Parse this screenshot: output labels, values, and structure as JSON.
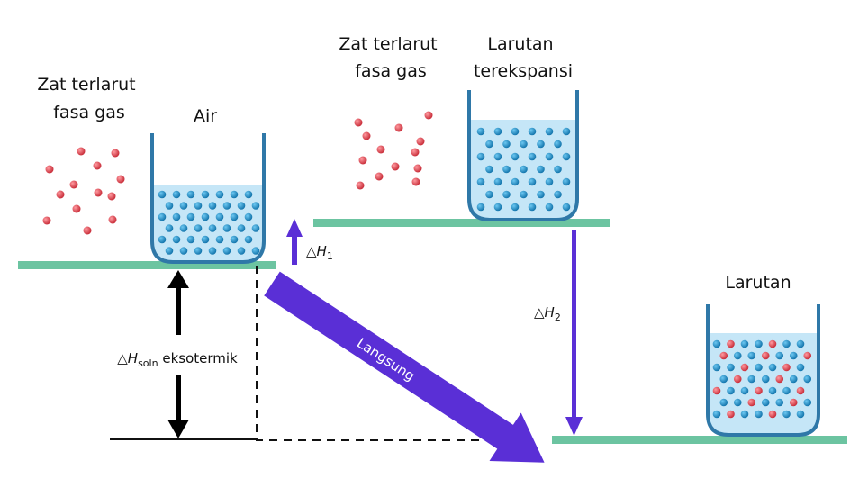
{
  "colors": {
    "level": "#6cc4a1",
    "beaker_stroke": "#2f78a8",
    "water": "#c5e6f7",
    "solvent_particle": "#1f8fc9",
    "solute_particle": "#e2505a",
    "arrow_purple": "#5a2fd6",
    "arrow_black": "#000000"
  },
  "labels": {
    "gas_solute_left": [
      "Zat terlarut",
      "fasa gas"
    ],
    "water": "Air",
    "gas_solute_mid": [
      "Zat terlarut",
      "fasa gas"
    ],
    "expanded_solution": [
      "Larutan",
      "terekspansi"
    ],
    "solution": "Larutan",
    "direct_arrow": "Langsung"
  },
  "enthalpy": {
    "dh1": {
      "symbol": "△",
      "letter": "H",
      "subscript": "1"
    },
    "dh2": {
      "symbol": "△",
      "letter": "H",
      "subscript": "2"
    },
    "dh_soln": {
      "symbol": "△",
      "letter": "H",
      "subscript": "soln",
      "suffix": " eksotermik"
    }
  }
}
